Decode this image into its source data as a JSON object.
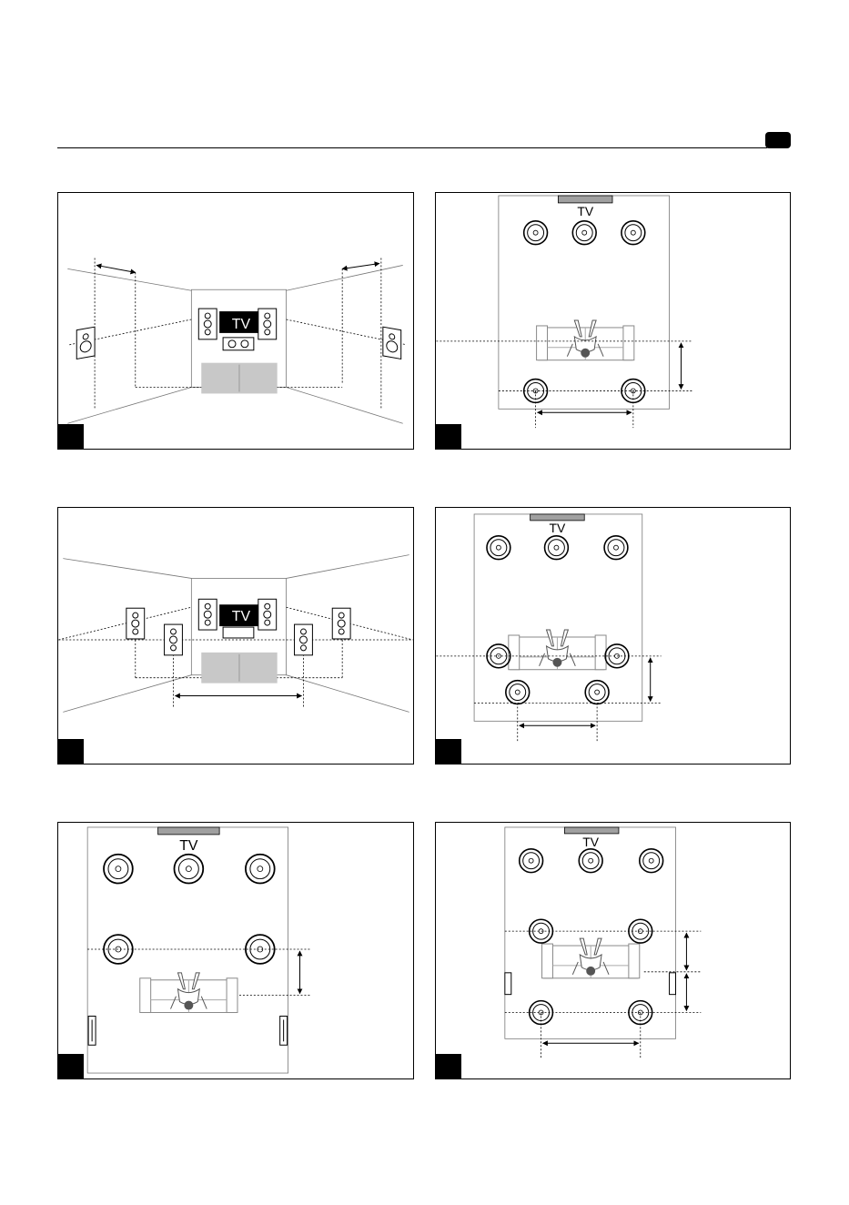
{
  "panels": [
    {
      "id": "p1",
      "tv_label": "TV"
    },
    {
      "id": "p2",
      "tv_label": "TV"
    },
    {
      "id": "p3",
      "tv_label": "TV"
    },
    {
      "id": "p4",
      "tv_label": "TV"
    },
    {
      "id": "p5",
      "tv_label": "TV"
    },
    {
      "id": "p6",
      "tv_label": "TV"
    }
  ],
  "colors": {
    "line": "#000000",
    "sofa": "#c8c8c8",
    "tv_bar": "#a0a0a0"
  }
}
